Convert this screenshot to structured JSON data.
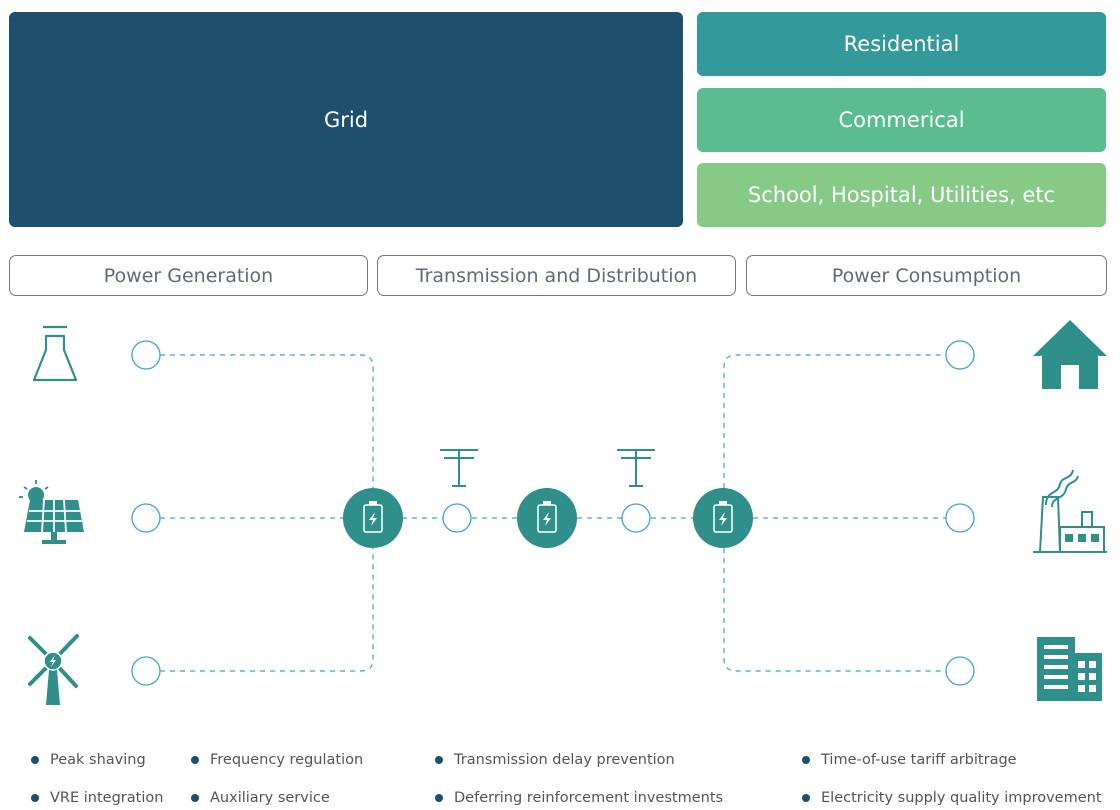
{
  "colors": {
    "grid": "#1f4f6e",
    "residential": "#33999a",
    "commercial": "#5bbd8f",
    "other": "#87c987",
    "teal": "#2e8f8b",
    "line": "#3aa7c9",
    "dot": "#1f4f6e"
  },
  "top": {
    "grid": "Grid",
    "residential": "Residential",
    "commercial": "Commerical",
    "other": "School, Hospital, Utilities, etc"
  },
  "stages": {
    "generation": "Power Generation",
    "transmission": "Transmission and Distribution",
    "consumption": "Power Consumption"
  },
  "icons": {
    "generation": [
      "thermal-plant-icon",
      "solar-panel-icon",
      "wind-turbine-icon"
    ],
    "transmission": [
      "power-tower-icon",
      "battery-storage-icon"
    ],
    "consumption": [
      "house-icon",
      "factory-icon",
      "office-building-icon"
    ]
  },
  "legend": {
    "generation": [
      "Peak shaving",
      "Frequency regulation",
      "VRE integration",
      "Auxiliary service"
    ],
    "transmission": [
      "Transmission delay prevention",
      "Deferring reinforcement investments"
    ],
    "consumption": [
      "Time-of-use tariff arbitrage",
      "Electricity supply quality improvement"
    ]
  }
}
